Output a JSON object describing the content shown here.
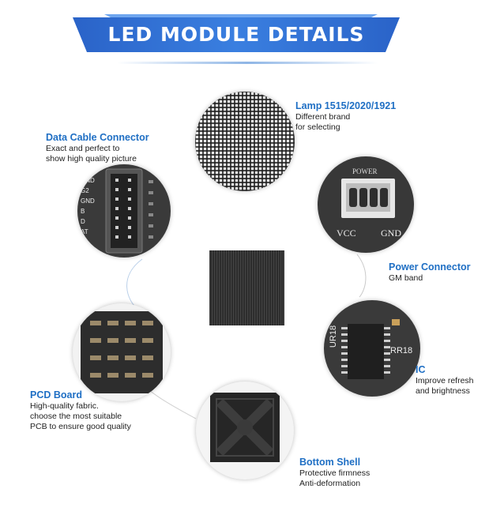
{
  "banner": {
    "title": "LED MODULE DETAILS",
    "color": "#2f6fd0"
  },
  "sections": {
    "lamp": {
      "heading": "Lamp 1515/2020/1921",
      "lines": [
        "Different brand",
        "for selecting"
      ]
    },
    "data_cable": {
      "heading": "Data Cable Connector",
      "lines": [
        "Exact and perfect to",
        "show high quality picture"
      ]
    },
    "power": {
      "heading": "Power Connector",
      "lines": [
        "GM band"
      ]
    },
    "ic": {
      "heading": "IC",
      "lines": [
        "Improve refresh",
        "and brightness"
      ]
    },
    "pcb": {
      "heading": "PCD Board",
      "lines": [
        "High-quality fabric.",
        "choose the most suitable",
        "PCB to ensure good quality"
      ]
    },
    "bottom": {
      "heading": "Bottom Shell",
      "lines": [
        "Protective firmness",
        "Anti-deformation"
      ]
    }
  },
  "photo_text": {
    "data_pins": [
      "GND",
      "G2",
      "GND",
      "B",
      "D",
      "AT"
    ],
    "power_title": "POWER",
    "power_left": "VCC",
    "power_right": "GND",
    "ic_left": "UR18",
    "ic_right": "RR18"
  },
  "colors": {
    "heading_blue": "#1f6fc4",
    "board": "#2b2b2b"
  }
}
